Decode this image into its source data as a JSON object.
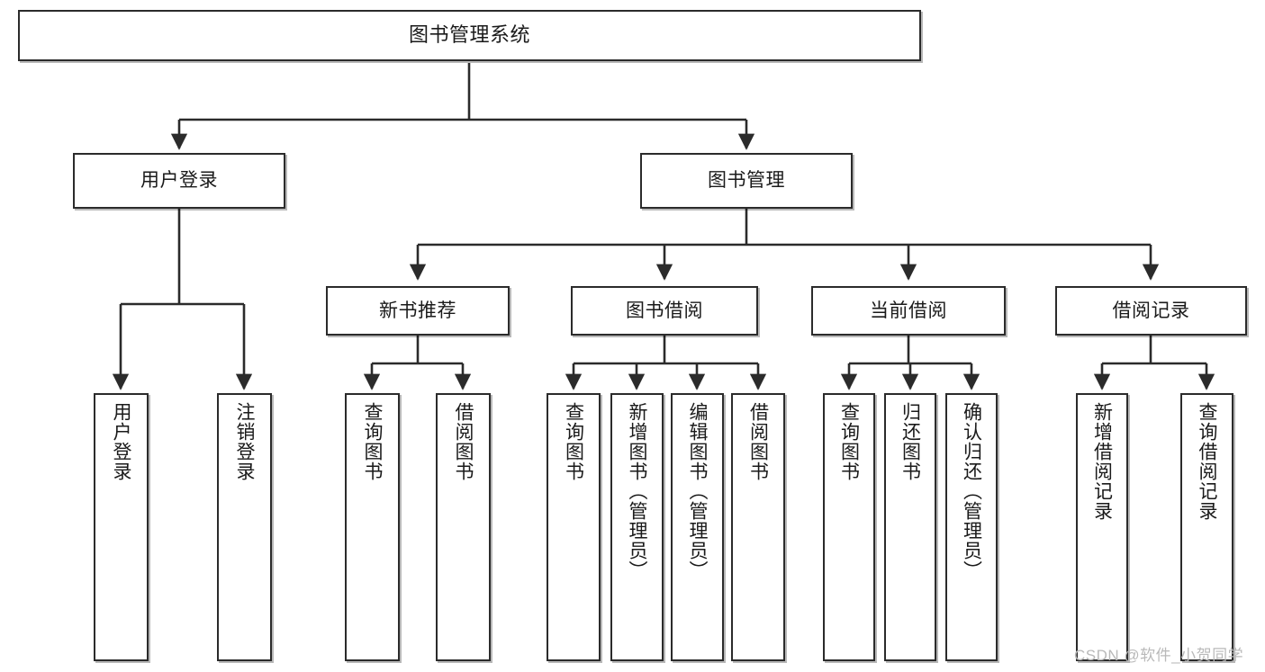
{
  "diagram": {
    "title": "图书管理系统",
    "type": "tree-hierarchy-diagram",
    "colors": {
      "box_border": "#2b2b2b",
      "box_fill": "#ffffff",
      "connector": "#2b2b2b",
      "watermark": "#b9b9b9",
      "background": "#ffffff"
    },
    "root": {
      "label": "图书管理系统"
    },
    "level1": [
      {
        "label": "用户登录"
      },
      {
        "label": "图书管理"
      }
    ],
    "level2": [
      {
        "label": "新书推荐"
      },
      {
        "label": "图书借阅"
      },
      {
        "label": "当前借阅"
      },
      {
        "label": "借阅记录"
      }
    ],
    "leaves": {
      "user_login": [
        {
          "label": "用户登录"
        },
        {
          "label": "注销登录"
        }
      ],
      "new_book_recommend": [
        {
          "label": "查询图书"
        },
        {
          "label": "借阅图书"
        }
      ],
      "book_borrow": [
        {
          "label": "查询图书"
        },
        {
          "label": "新增图书（管理员）"
        },
        {
          "label": "编辑图书（管理员）"
        },
        {
          "label": "借阅图书"
        }
      ],
      "current_borrow": [
        {
          "label": "查询图书"
        },
        {
          "label": "归还图书"
        },
        {
          "label": "确认归还（管理员）"
        }
      ],
      "borrow_record": [
        {
          "label": "新增借阅记录"
        },
        {
          "label": "查询借阅记录"
        }
      ]
    },
    "watermark": "CSDN @软件_小贺同学"
  }
}
